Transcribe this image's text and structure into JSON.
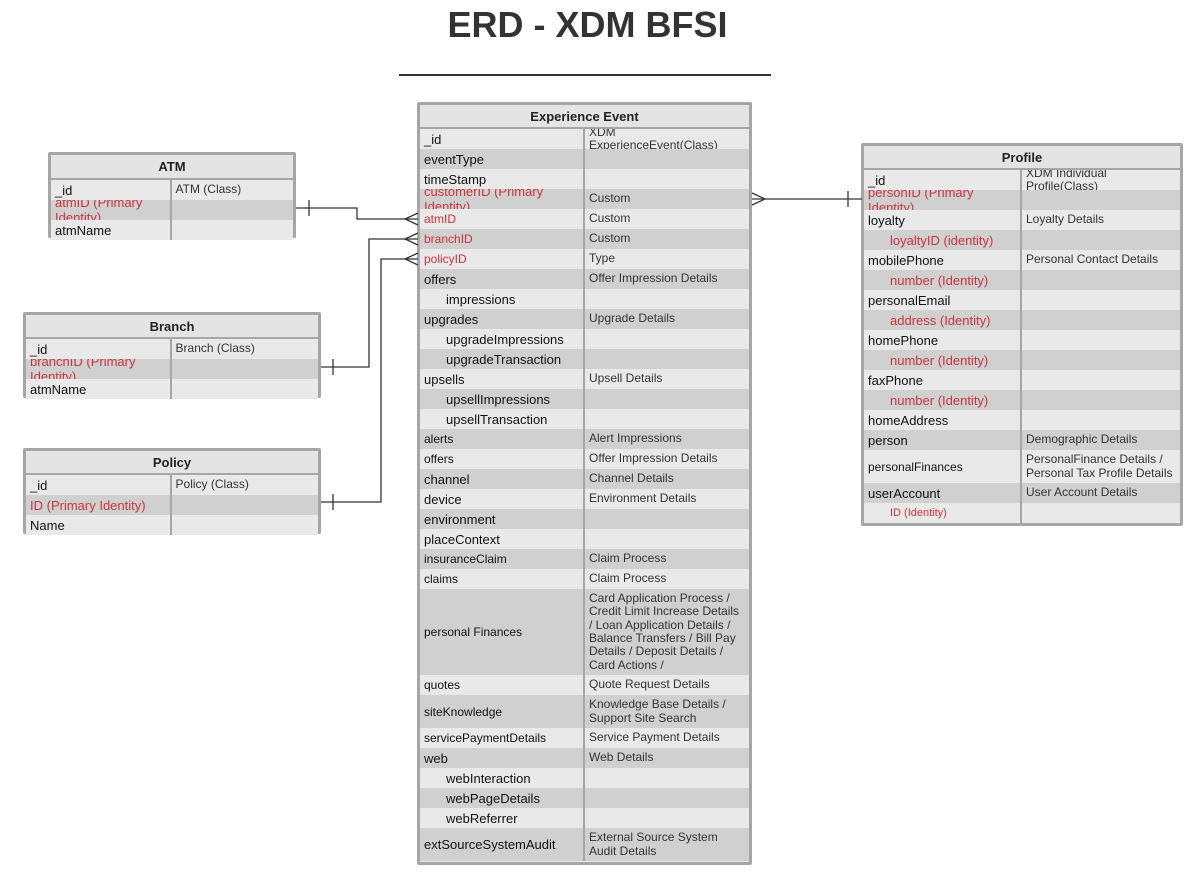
{
  "title": "ERD - XDM BFSI",
  "colors": {
    "identity_red": "#c8343c",
    "border_gray": "#a6a6a6",
    "row_dark": "#d0d0d0",
    "row_light": "#e9e9e9"
  },
  "entities": {
    "atm": {
      "name": "ATM",
      "rows": [
        {
          "field": "_id",
          "desc": "ATM (Class)"
        },
        {
          "field": "atmID (Primary Identity)",
          "desc": "",
          "identity": true
        },
        {
          "field": "atmName",
          "desc": ""
        }
      ]
    },
    "branch": {
      "name": "Branch",
      "rows": [
        {
          "field": "_id",
          "desc": "Branch (Class)"
        },
        {
          "field": "branchID (Primary Identity)",
          "desc": "",
          "identity": true
        },
        {
          "field": "atmName",
          "desc": ""
        }
      ]
    },
    "policy": {
      "name": "Policy",
      "rows": [
        {
          "field": "_id",
          "desc": "Policy (Class)"
        },
        {
          "field": "ID (Primary Identity)",
          "desc": "",
          "identity": true
        },
        {
          "field": "Name",
          "desc": ""
        }
      ]
    },
    "experience_event": {
      "name": "Experience Event",
      "rows": [
        {
          "field": "_id",
          "desc": "XDM ExperienceEvent(Class)"
        },
        {
          "field": "eventType",
          "desc": ""
        },
        {
          "field": "timeStamp",
          "desc": ""
        },
        {
          "field": "customerID (Primary Identity)",
          "desc": "Custom",
          "identity": true
        },
        {
          "field": "atmID",
          "desc": "Custom",
          "identity": true,
          "small": true
        },
        {
          "field": "branchID",
          "desc": "Custom",
          "identity": true,
          "small": true
        },
        {
          "field": "policyID",
          "desc": "Type",
          "identity": true,
          "small": true
        },
        {
          "field": "offers",
          "desc": "Offer Impression Details"
        },
        {
          "field": "impressions",
          "desc": "",
          "indent": true
        },
        {
          "field": "upgrades",
          "desc": "Upgrade Details"
        },
        {
          "field": "upgradeImpressions",
          "desc": "",
          "indent": true
        },
        {
          "field": "upgradeTransaction",
          "desc": "",
          "indent": true
        },
        {
          "field": "upsells",
          "desc": "Upsell Details"
        },
        {
          "field": "upsellImpressions",
          "desc": "",
          "indent": true
        },
        {
          "field": "upsellTransaction",
          "desc": "",
          "indent": true
        },
        {
          "field": "alerts",
          "desc": "Alert Impressions",
          "small": true
        },
        {
          "field": "offers",
          "desc": "Offer Impression Details",
          "small": true
        },
        {
          "field": "channel",
          "desc": "Channel Details"
        },
        {
          "field": "device",
          "desc": "Environment Details"
        },
        {
          "field": "environment",
          "desc": ""
        },
        {
          "field": "placeContext",
          "desc": ""
        },
        {
          "field": "insuranceClaim",
          "desc": "Claim Process",
          "small": true
        },
        {
          "field": "claims",
          "desc": "Claim Process",
          "small": true
        },
        {
          "field": "personal Finances",
          "desc": "Card Application Process / Credit Limit Increase Details / Loan Application Details / Balance Transfers / Bill Pay Details /  Deposit Details / Card Actions /",
          "small": true
        },
        {
          "field": "quotes",
          "desc": "Quote Request Details",
          "small": true
        },
        {
          "field": "siteKnowledge",
          "desc": "Knowledge Base Details / Support Site Search",
          "small": true
        },
        {
          "field": "servicePaymentDetails",
          "desc": "Service Payment Details",
          "small": true
        },
        {
          "field": "web",
          "desc": "Web Details"
        },
        {
          "field": "webInteraction",
          "desc": "",
          "indent": true
        },
        {
          "field": "webPageDetails",
          "desc": "",
          "indent": true
        },
        {
          "field": "webReferrer",
          "desc": "",
          "indent": true
        },
        {
          "field": "extSourceSystemAudit",
          "desc": "External Source System Audit Details"
        }
      ]
    },
    "profile": {
      "name": "Profile",
      "rows": [
        {
          "field": "_id",
          "desc": "XDM Individual Profile(Class)"
        },
        {
          "field": "personID (Primary Identity)",
          "desc": "",
          "identity": true
        },
        {
          "field": "loyalty",
          "desc": "Loyalty Details"
        },
        {
          "field": "loyaltyID (identity)",
          "desc": "",
          "identity": true,
          "indent": true
        },
        {
          "field": "mobilePhone",
          "desc": "Personal Contact Details"
        },
        {
          "field": "number (Identity)",
          "desc": "",
          "identity": true,
          "indent": true
        },
        {
          "field": "personalEmail",
          "desc": ""
        },
        {
          "field": "address (Identity)",
          "desc": "",
          "identity": true,
          "indent": true
        },
        {
          "field": "homePhone",
          "desc": ""
        },
        {
          "field": "number (Identity)",
          "desc": "",
          "identity": true,
          "indent": true
        },
        {
          "field": "faxPhone",
          "desc": ""
        },
        {
          "field": "number (Identity)",
          "desc": "",
          "identity": true,
          "indent": true
        },
        {
          "field": "homeAddress",
          "desc": ""
        },
        {
          "field": "person",
          "desc": "Demographic Details"
        },
        {
          "field": "personalFinances",
          "desc": "PersonalFinance Details / Personal Tax Profile Details",
          "small": true
        },
        {
          "field": "userAccount",
          "desc": "User Account Details"
        },
        {
          "field": "ID (Identity)",
          "desc": "",
          "identity": true,
          "indent": true,
          "tiny": true
        }
      ]
    }
  }
}
